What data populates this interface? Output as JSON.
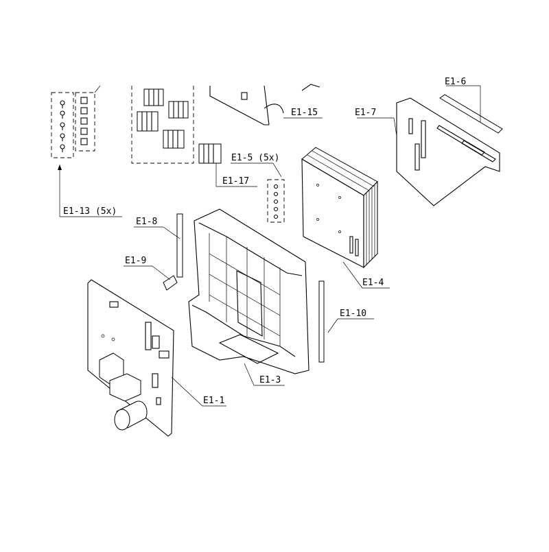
{
  "labels": {
    "e1_15": "E1-15",
    "e1_7": "E1-7",
    "e1_5": "E1-5 (5x)",
    "e1_17": "E1-17",
    "e1_13": "E1-13 (5x)",
    "e1_8": "E1-8",
    "e1_9": "E1-9",
    "e1_4": "E1-4",
    "e1_10": "E1-10",
    "e1_3": "E1-3",
    "e1_1": "E1-1",
    "e1_partial": "E1-6"
  }
}
